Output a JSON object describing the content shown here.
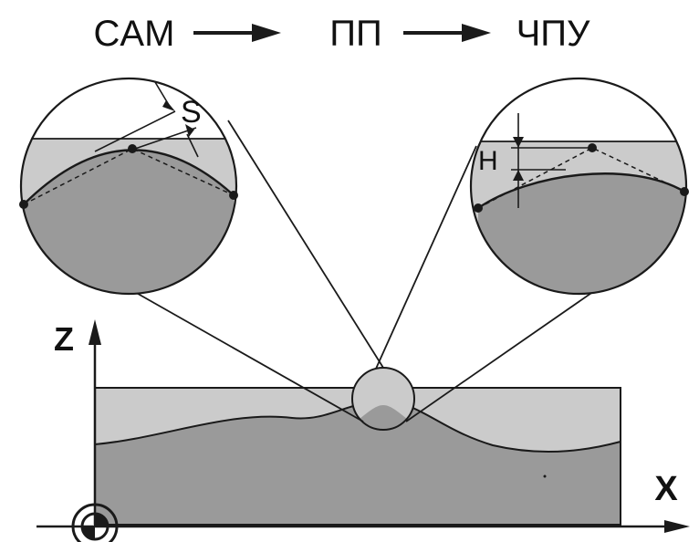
{
  "flow": {
    "step1": "CAM",
    "step2": "ПП",
    "step3": "ЧПУ"
  },
  "zoom_left": {
    "dimension_label": "S"
  },
  "zoom_right": {
    "dimension_label": "H"
  },
  "axes": {
    "z_label": "Z",
    "x_label": "X"
  },
  "colors": {
    "material_dark": "#9a9a9a",
    "material_light": "#cbcbcb",
    "stroke": "#1a1a1a",
    "background": "#ffffff"
  }
}
